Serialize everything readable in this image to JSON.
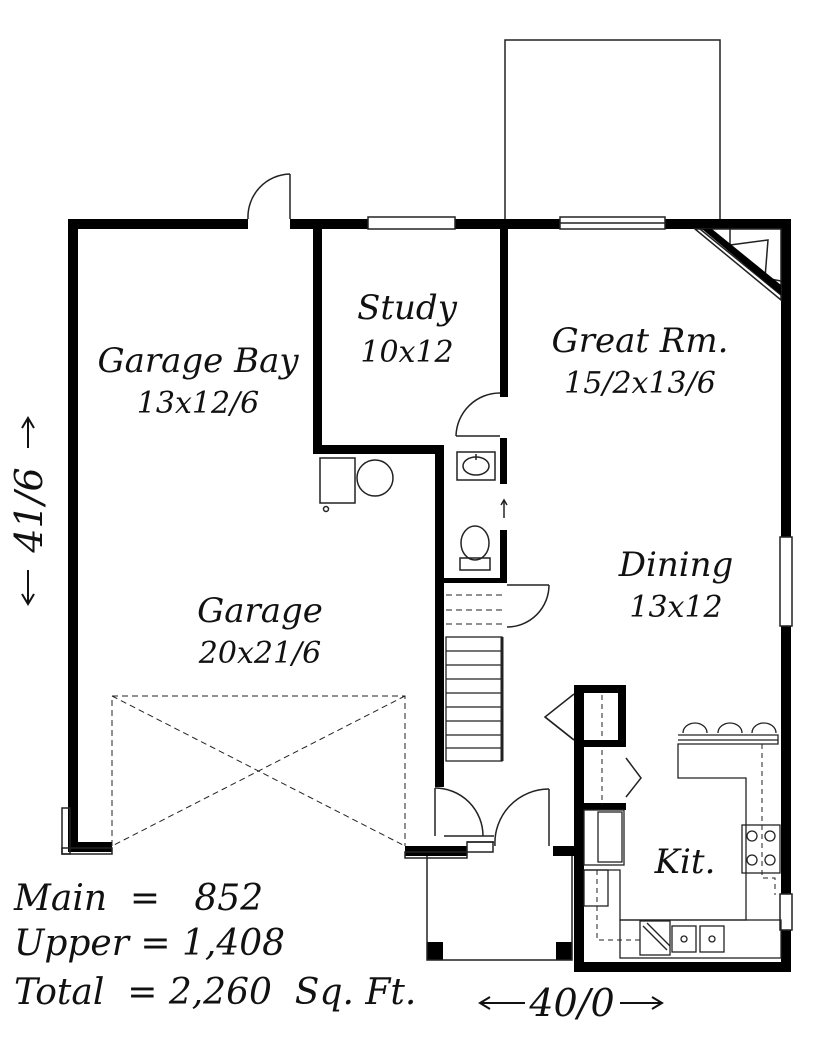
{
  "rooms": {
    "garage_bay": {
      "name": "Garage Bay",
      "dims": "13x12/6"
    },
    "study": {
      "name": "Study",
      "dims": "10x12"
    },
    "great_room": {
      "name": "Great Rm.",
      "dims": "15/2x13/6"
    },
    "dining": {
      "name": "Dining",
      "dims": "13x12"
    },
    "garage": {
      "name": "Garage",
      "dims": "20x21/6"
    },
    "kitchen": {
      "name": "Kit.",
      "dims": ""
    }
  },
  "areas": {
    "main": "Main  =   852",
    "upper": "Upper = 1,408",
    "total": "Total  = 2,260  Sq. Ft."
  },
  "dimensions": {
    "depth": "41/6",
    "width": "40/0"
  },
  "colors": {
    "wall": "#000000",
    "line": "#333333",
    "background": "#ffffff"
  }
}
